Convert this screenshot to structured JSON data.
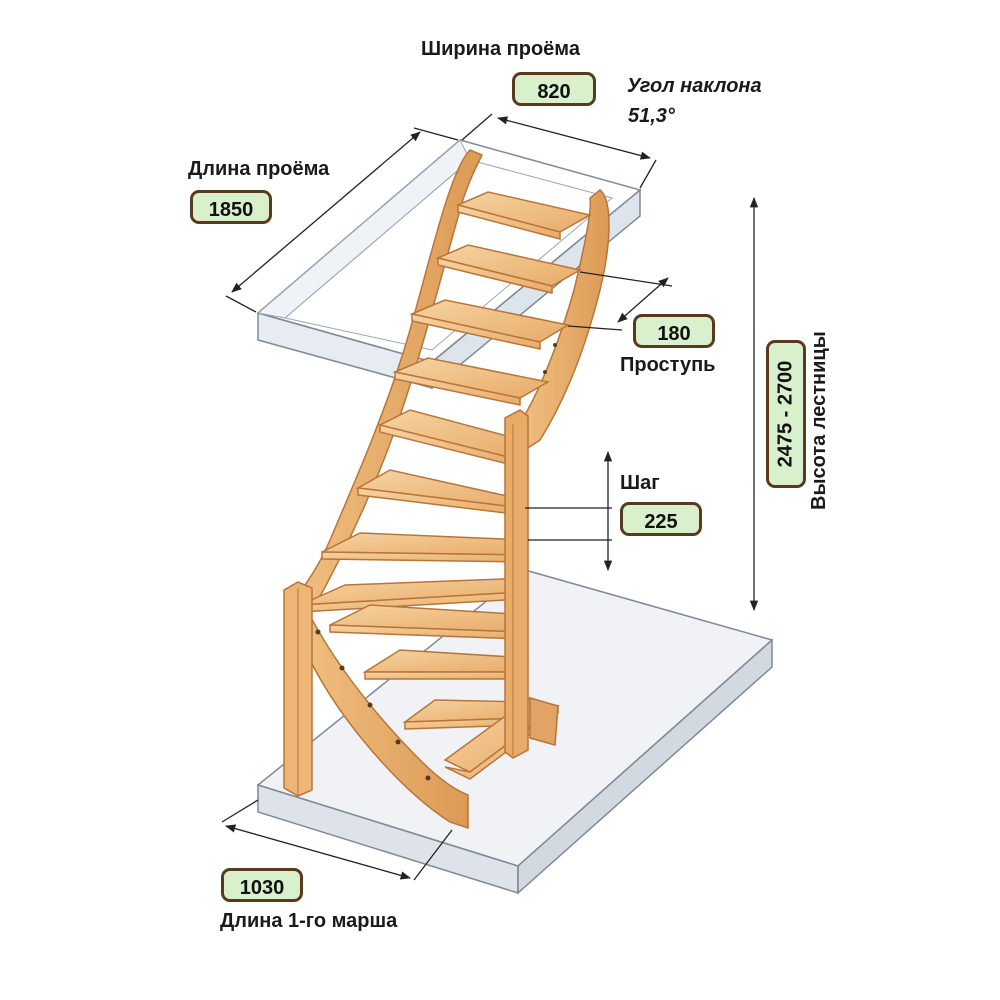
{
  "dimensions": {
    "opening_width": {
      "label": "Ширина проёма",
      "value": "820"
    },
    "incline_angle": {
      "label": "Угол наклона",
      "value": "51,3°"
    },
    "opening_length": {
      "label": "Длина проёма",
      "value": "1850"
    },
    "tread": {
      "label": "Проступь",
      "value": "180"
    },
    "step": {
      "label": "Шаг",
      "value": "225"
    },
    "stair_height": {
      "label": "Высота лестницы",
      "value": "2475 - 2700"
    },
    "first_flight_length": {
      "label": "Длина 1-го марша",
      "value": "1030"
    }
  },
  "colors": {
    "wood": "#f2c48a",
    "wood_dark": "#d9954f",
    "wood_edge": "#b8753a",
    "glass": "#d6e0ea",
    "glass_edge": "#7f8a96",
    "badge_fill": "#d8f0cc",
    "badge_border": "#5a3a1e"
  }
}
